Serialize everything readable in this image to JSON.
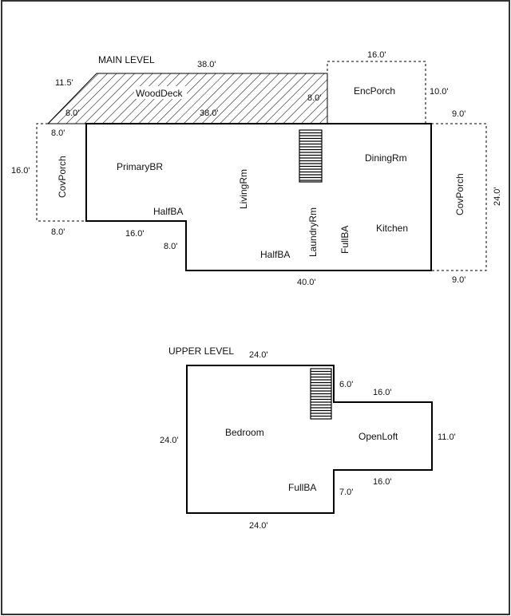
{
  "main_level": {
    "title": "MAIN LEVEL",
    "rooms": {
      "wood_deck": "WoodDeck",
      "enc_porch": "EncPorch",
      "cov_porch_left": "CovPorch",
      "cov_porch_right": "CovPorch",
      "primary_br": "PrimaryBR",
      "living_rm": "LivingRm",
      "dining_rm": "DiningRm",
      "half_ba_1": "HalfBA",
      "half_ba_2": "HalfBA",
      "laundry_rm": "LaundryRm",
      "full_ba": "FullBA",
      "kitchen": "Kitchen"
    },
    "dims": {
      "deck_top": "38.0'",
      "deck_side": "11.5'",
      "deck_left": "8.0'",
      "deck_bottom": "38.0'",
      "deck_right": "8.0'",
      "enc_top": "16.0'",
      "enc_side": "10.0'",
      "covl_top": "8.0'",
      "covl_side": "16.0'",
      "covl_bottom": "8.0'",
      "step_16": "16.0'",
      "step_8": "8.0'",
      "bottom_40": "40.0'",
      "covr_top": "9.0'",
      "covr_side": "24.0'",
      "covr_bottom": "9.0'"
    }
  },
  "upper_level": {
    "title": "UPPER LEVEL",
    "rooms": {
      "bedroom": "Bedroom",
      "open_loft": "OpenLoft",
      "full_ba": "FullBA"
    },
    "dims": {
      "top": "24.0'",
      "left": "24.0'",
      "bottom": "24.0'",
      "notch_top": "6.0'",
      "loft_top": "16.0'",
      "loft_side": "11.0'",
      "loft_bottom": "16.0'",
      "notch_bottom": "7.0'"
    }
  }
}
